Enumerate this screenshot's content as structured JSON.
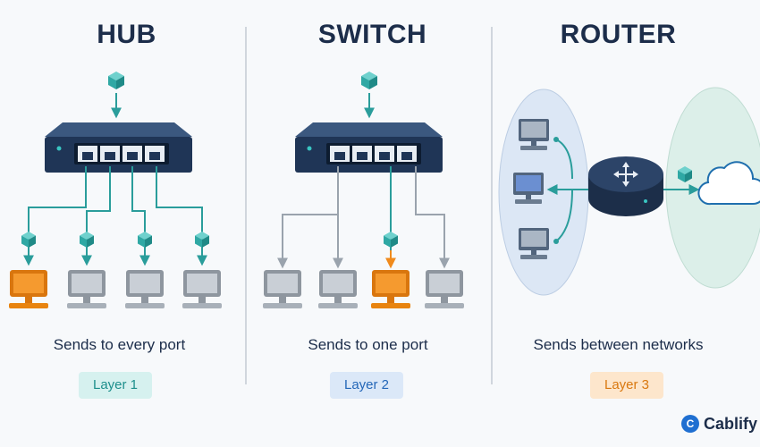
{
  "panels": [
    {
      "title": "HUB",
      "caption": "Sends to every port",
      "badge": "Layer 1"
    },
    {
      "title": "SWITCH",
      "caption": "Sends to one port",
      "badge": "Layer 2"
    },
    {
      "title": "ROUTER",
      "caption": "Sends between networks",
      "badge": "Layer 3"
    }
  ],
  "brand": {
    "name": "Cablify"
  },
  "colors": {
    "title": "#1c2d4a",
    "device_body": "#1f3556",
    "link": "#2a9d9b",
    "idle_link": "#9aa3ad",
    "highlight": "#f08a1c",
    "packet": "#35b3b0",
    "badge_layer1_bg": "#d6f1ef",
    "badge_layer1_text": "#1d8f8c",
    "badge_layer2_bg": "#dbe8f8",
    "badge_layer2_text": "#2467b8",
    "badge_layer3_bg": "#fde6cc",
    "badge_layer3_text": "#d9780f",
    "network_left": "#dce7f5",
    "network_right": "#dcefe9"
  },
  "icons": [
    "packet-cube-icon",
    "hub-device-icon",
    "switch-device-icon",
    "router-icon",
    "computer-icon",
    "cloud-icon"
  ]
}
